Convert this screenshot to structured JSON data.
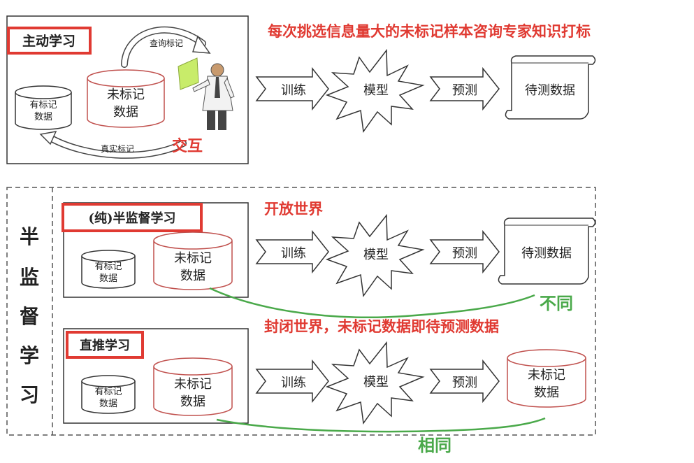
{
  "active": {
    "title": "主动学习",
    "caption": "每次挑选信息量大的未标记样本咨询专家知识打标",
    "labeled_data": [
      "有标记",
      "数据"
    ],
    "unlabeled_data": [
      "未标记",
      "数据"
    ],
    "query_label": "查询标记",
    "true_label": "真实标记",
    "interaction": "交互",
    "train": "训练",
    "model": "模型",
    "predict": "预测",
    "test_data": "待测数据"
  },
  "semi": {
    "vertical_title": [
      "半",
      "监",
      "督",
      "学",
      "习"
    ],
    "pure": {
      "title": "(纯)半监督学习",
      "caption": "开放世界",
      "labeled_data": [
        "有标记",
        "数据"
      ],
      "unlabeled_data": [
        "未标记",
        "数据"
      ],
      "train": "训练",
      "model": "模型",
      "predict": "预测",
      "test_data": "待测数据",
      "difference": "不同"
    },
    "transductive": {
      "title": "直推学习",
      "caption": "封闭世界，未标记数据即待预测数据",
      "labeled_data": [
        "有标记",
        "数据"
      ],
      "unlabeled_data": [
        "未标记",
        "数据"
      ],
      "train": "训练",
      "model": "模型",
      "predict": "预测",
      "test_data": [
        "未标记",
        "数据"
      ],
      "same": "相同"
    }
  },
  "colors": {
    "red": "#e03a32",
    "green": "#4aa94a",
    "cylinder_red": "#c0504d",
    "line": "#333333"
  }
}
